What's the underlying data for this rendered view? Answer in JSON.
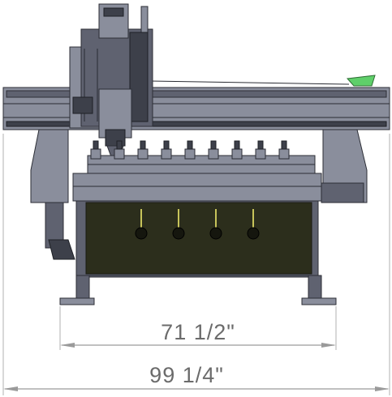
{
  "dimensions": {
    "inner_width_label": "71 1/2\"",
    "overall_width_label": "99 1/4\""
  },
  "colors": {
    "frame_steel": "#5f6270",
    "frame_light": "#8a8e9c",
    "cabinet": "#2c2e1c",
    "accent_green": "#5fcf6a",
    "lever_yellow": "#c7c35a",
    "dimension_line": "#9a9a9a"
  },
  "parts": {
    "tool_holders_count": 9,
    "vacuum_valves_count": 4
  }
}
